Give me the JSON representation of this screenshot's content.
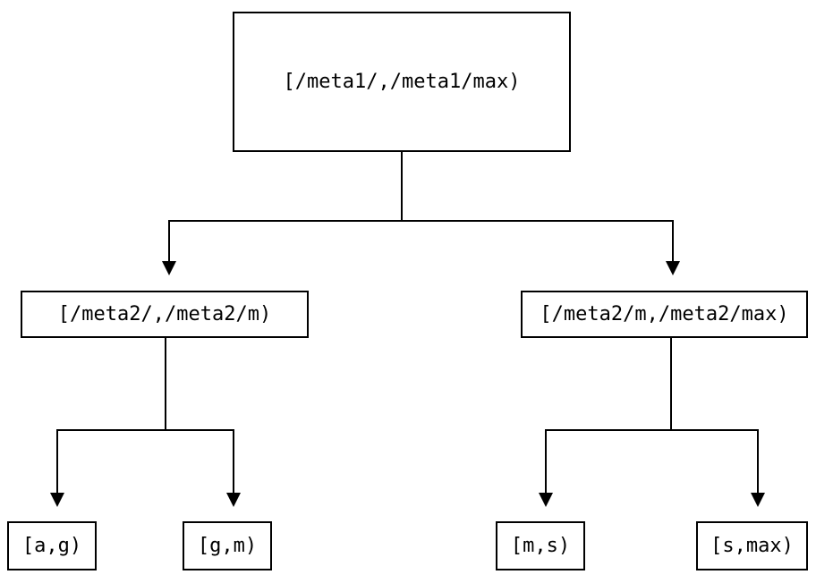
{
  "diagram": {
    "type": "tree",
    "background_color": "#ffffff",
    "line_color": "#000000",
    "nodes": {
      "root": {
        "label": "[/meta1/,/meta1/max)"
      },
      "level2_left": {
        "label": "[/meta2/,/meta2/m)"
      },
      "level2_right": {
        "label": "[/meta2/m,/meta2/max)"
      },
      "leaf_ag": {
        "label": "[a,g)"
      },
      "leaf_gm": {
        "label": "[g,m)"
      },
      "leaf_ms": {
        "label": "[m,s)"
      },
      "leaf_smax": {
        "label": "[s,max)"
      }
    },
    "edges": [
      {
        "from": "root",
        "to": "level2_left"
      },
      {
        "from": "root",
        "to": "level2_right"
      },
      {
        "from": "level2_left",
        "to": "leaf_ag"
      },
      {
        "from": "level2_left",
        "to": "leaf_gm"
      },
      {
        "from": "level2_right",
        "to": "leaf_ms"
      },
      {
        "from": "level2_right",
        "to": "leaf_smax"
      }
    ]
  }
}
